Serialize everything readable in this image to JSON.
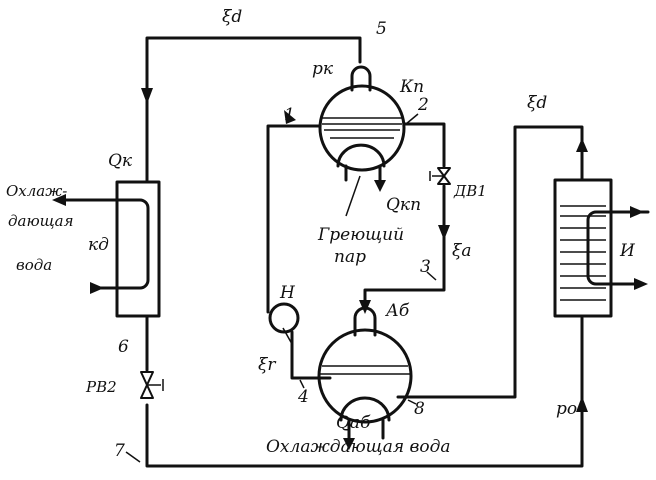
{
  "labels": {
    "xi_d_top": "ξd",
    "xi_d_right": "ξd",
    "xi_a": "ξa",
    "xi_r": "ξr",
    "p_k": "pк",
    "p_o": "pо",
    "kp": "Кп",
    "ab": "Аб",
    "kd": "кд",
    "i": "И",
    "n": "Н",
    "q_k": "Qк",
    "q_kp": "Qкп",
    "q_ab": "Qаб",
    "dv1": "ДВ1",
    "rv2": "РВ2",
    "heating_steam": [
      "Греющий",
      "пар"
    ],
    "cooling_water_left": [
      "Охлаж-",
      "дающая",
      "вода"
    ],
    "cooling_water_bottom": "Охлаждающая вода"
  },
  "points": [
    "1",
    "2",
    "3",
    "4",
    "5",
    "6",
    "7",
    "8"
  ]
}
